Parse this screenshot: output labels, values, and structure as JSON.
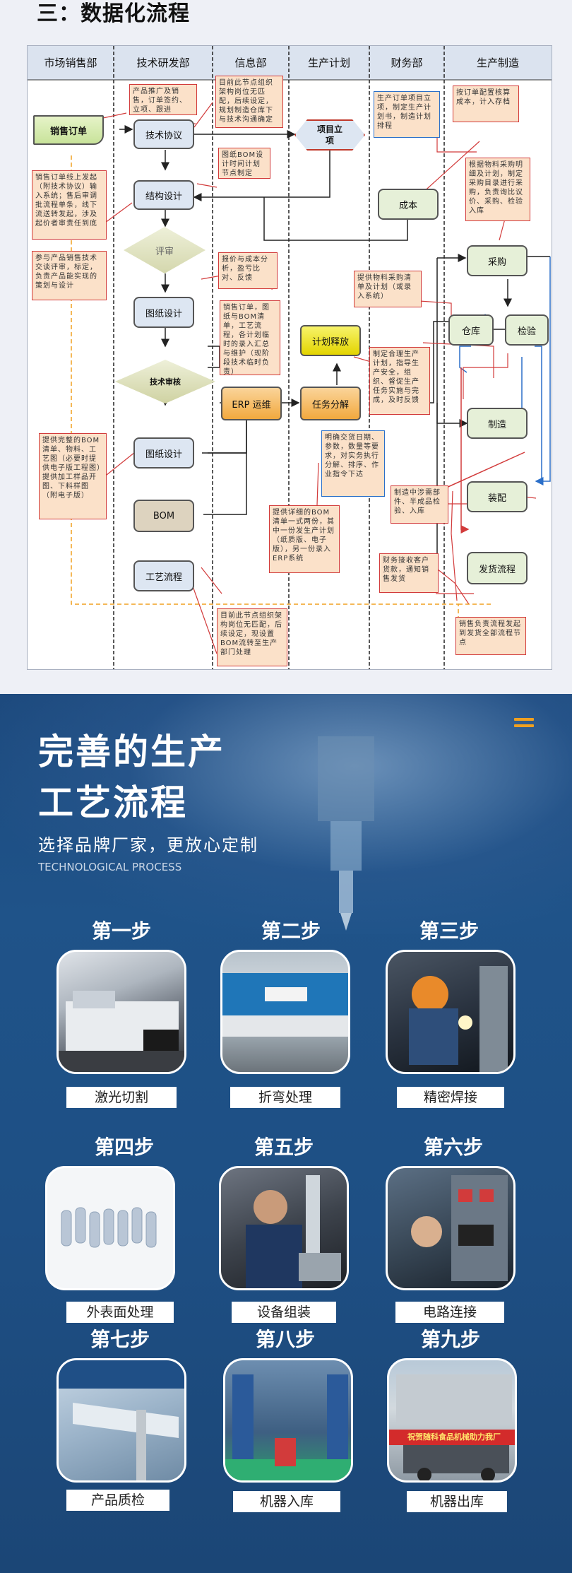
{
  "section_title": "三：数据化流程",
  "flow": {
    "columns": [
      "市场销售部",
      "技术研发部",
      "信息部",
      "生产计划",
      "财务部",
      "生产制造"
    ],
    "nodes": {
      "sales_order": "销售订单",
      "tech_agreement": "技术协议",
      "structure_design": "结构设计",
      "review": "评审",
      "drawing_design_1": "图纸设计",
      "tech_review": "技术审核",
      "drawing_design_2": "图纸设计",
      "bom": "BOM",
      "process_flow": "工艺流程",
      "project": "项目立项",
      "erp": "ERP 运维",
      "plan_release": "计划释放",
      "task_breakdown": "任务分解",
      "cost": "成本",
      "purchase": "采购",
      "warehouse": "仓库",
      "inspection": "检验",
      "manufacturing": "制造",
      "assembly": "装配",
      "shipping": "发货流程"
    },
    "notes": {
      "n1": "产品推广及销售，订单签约、立项、跟进",
      "n2": "目前此节点组织架构岗位无匹配，后续设定，规划制造仓库下与技术沟通确定",
      "n3": "生产订单项目立项，制定生产计划书，制造计划排程",
      "n4": "按订单配置核算成本，计入存档",
      "n5": "销售订单线上发起（附技术协议）输入系统；售后审调批流程单条，线下流送转发起，涉及起价者审责任到底",
      "n6": "图纸BOM设计时间计划节点制定",
      "n7": "根据物料采购明细及计划，制定采购目录进行采购，负责询比议价、采购、检验入库",
      "n8": "参与产品销售技术交谈评审，标定，负责产品能实现的策划与设计",
      "n9": "报价与成本分析，盈亏比对、反馈",
      "n10": "提供物料采购清单及计划（或录入系统）",
      "n11": "销售订单，图纸与BOM清单，工艺流程，各计划临时的录入汇总与维护（现阶段技术临时负责）",
      "n12": "制定合理生产计划，指导生产安全，组织、督促生产任务实施与完成，及时反馈",
      "n13": "提供完整的BOM清单、物料、工艺图（必要时提供电子版工程图）提供加工样品开图、下料样图（附电子版）",
      "n14": "明确交货日期、参数，数量等要求，对实务执行分解、排序、作业指令下达",
      "n15": "制造中涉需部件、半成品检验、入库",
      "n16": "提供详细的BOM清单一式两份，其中一份发生产计划（纸质版、电子版），另一份录入ERP系统",
      "n17": "财务接收客户货款，通知销售发货",
      "n18": "目前此节点组织架构岗位无匹配，后续设定，现设置BOM流转至生产部门处理",
      "n19": "销售负责流程发起到发货全部流程节点"
    }
  },
  "promo": {
    "title_line1": "完善的生产",
    "title_line2": "工艺流程",
    "subtitle": "选择品牌厂家，更放心定制",
    "subtitle_en": "TECHNOLOGICAL PROCESS",
    "steps": [
      {
        "title": "第一步",
        "label": "激光切割"
      },
      {
        "title": "第二步",
        "label": "折弯处理"
      },
      {
        "title": "第三步",
        "label": "精密焊接"
      },
      {
        "title": "第四步",
        "label": "外表面处理"
      },
      {
        "title": "第五步",
        "label": "设备组装"
      },
      {
        "title": "第六步",
        "label": "电路连接"
      },
      {
        "title": "第七步",
        "label": "产品质检"
      },
      {
        "title": "第八步",
        "label": "机器入库"
      },
      {
        "title": "第九步",
        "label": "机器出库"
      }
    ],
    "banner_text": "祝贺随科食品机械助力我厂"
  },
  "colors": {
    "accent": "#f0a020",
    "blue_bg": "#1e4f84",
    "note_fill": "#fbe1c9",
    "note_border": "#d23b3b"
  }
}
